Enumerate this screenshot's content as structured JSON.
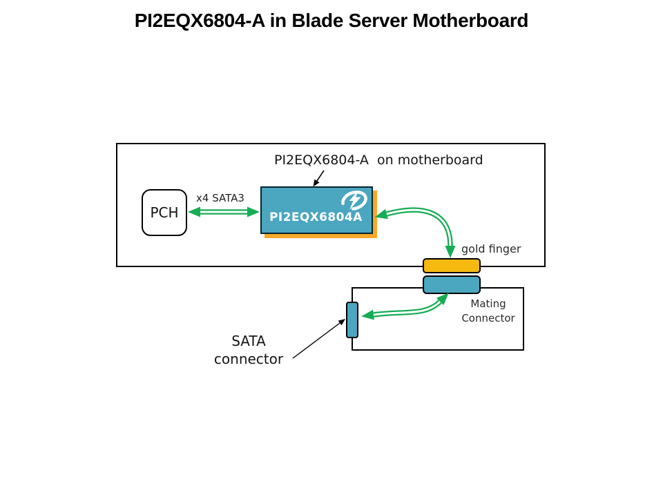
{
  "title": "PI2EQX6804-A in Blade Server Motherboard",
  "colors": {
    "chip_teal": "#4BA6C0",
    "gold_finger": "#F5B90F",
    "chip_shadow_orange": "#F7A828",
    "arrow_green": "#16AC54",
    "outline_black": "#000000"
  },
  "motherboard_board": {
    "callout": "PI2EQX6804-A  on motherboard",
    "pch": "PCH",
    "bus": "x4 SATA3",
    "chip": "PI2EQX6804A",
    "chip_logo_icon": "pericom-logo-icon",
    "gold_finger": "gold finger"
  },
  "mating_board": {
    "mating_connector": "Mating\nConnector",
    "sata_connector": "SATA\nconnector"
  }
}
